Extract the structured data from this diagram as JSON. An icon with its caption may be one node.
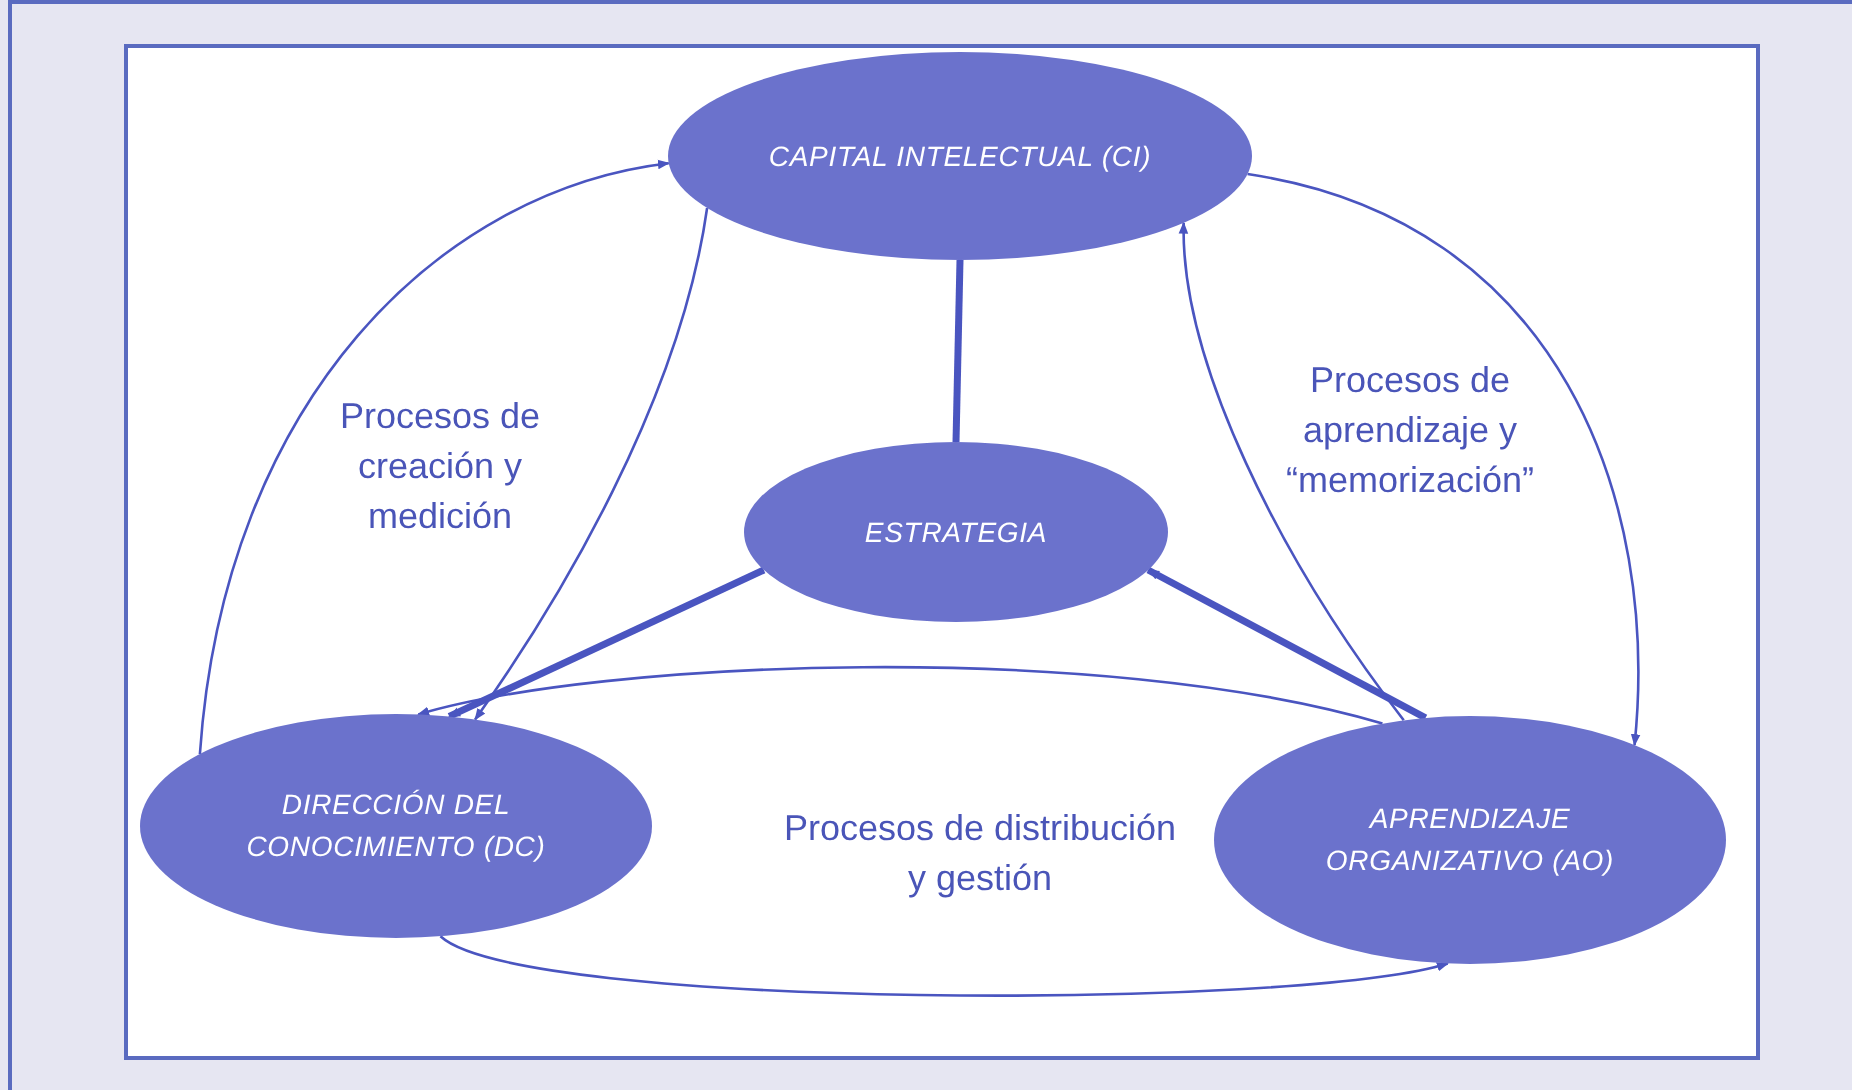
{
  "diagram": {
    "nodes": [
      {
        "text": [
          "CAPITAL INTELECTUAL (CI)"
        ]
      },
      {
        "text": [
          "ESTRATEGIA"
        ]
      },
      {
        "text": [
          "DIRECCIÓN DEL CONOCIMIENTO (DC)"
        ]
      },
      {
        "text": [
          "APRENDIZAJE ORGANIZATIVO (AO)"
        ]
      }
    ],
    "edges": [
      {
        "from": 0,
        "to": 1,
        "arrow": "none",
        "style": "thick"
      },
      {
        "from": 1,
        "to": 2,
        "arrow": "to",
        "style": "thick"
      },
      {
        "from": 3,
        "to": 1,
        "arrow": "to",
        "style": "thick"
      },
      {
        "from": 2,
        "to": 0,
        "arrow": "to"
      },
      {
        "from": 0,
        "to": 2,
        "arrow": "to"
      },
      {
        "from": 0,
        "to": 3,
        "arrow": "to"
      },
      {
        "from": 3,
        "to": 0,
        "arrow": "to"
      },
      {
        "from": 3,
        "to": 2,
        "arrow": "to"
      },
      {
        "from": 2,
        "to": 3,
        "arrow": "to"
      }
    ],
    "labels": [
      "Procesos de creación y medición",
      "Procesos de aprendizaje y “memorización”",
      "Procesos de distribución y gestión"
    ]
  }
}
